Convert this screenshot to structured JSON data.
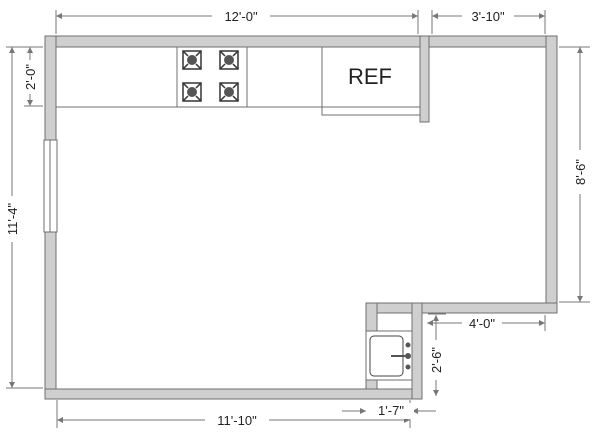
{
  "plan": {
    "appliance_label": "REF",
    "dimensions": {
      "top_width": "12'-0\"",
      "top_right": "3'-10\"",
      "right_height": "8'-6\"",
      "left_height": "11'-4\"",
      "left_counter": "2'-0\"",
      "bottom_width": "11'-10\"",
      "bottom_small": "1'-7\"",
      "notch_width": "4'-0\"",
      "notch_height": "2'-6\""
    },
    "colors": {
      "wall_fill": "#cfcfcf",
      "outline": "#6f6f6f",
      "dimension_line": "#777777"
    }
  }
}
